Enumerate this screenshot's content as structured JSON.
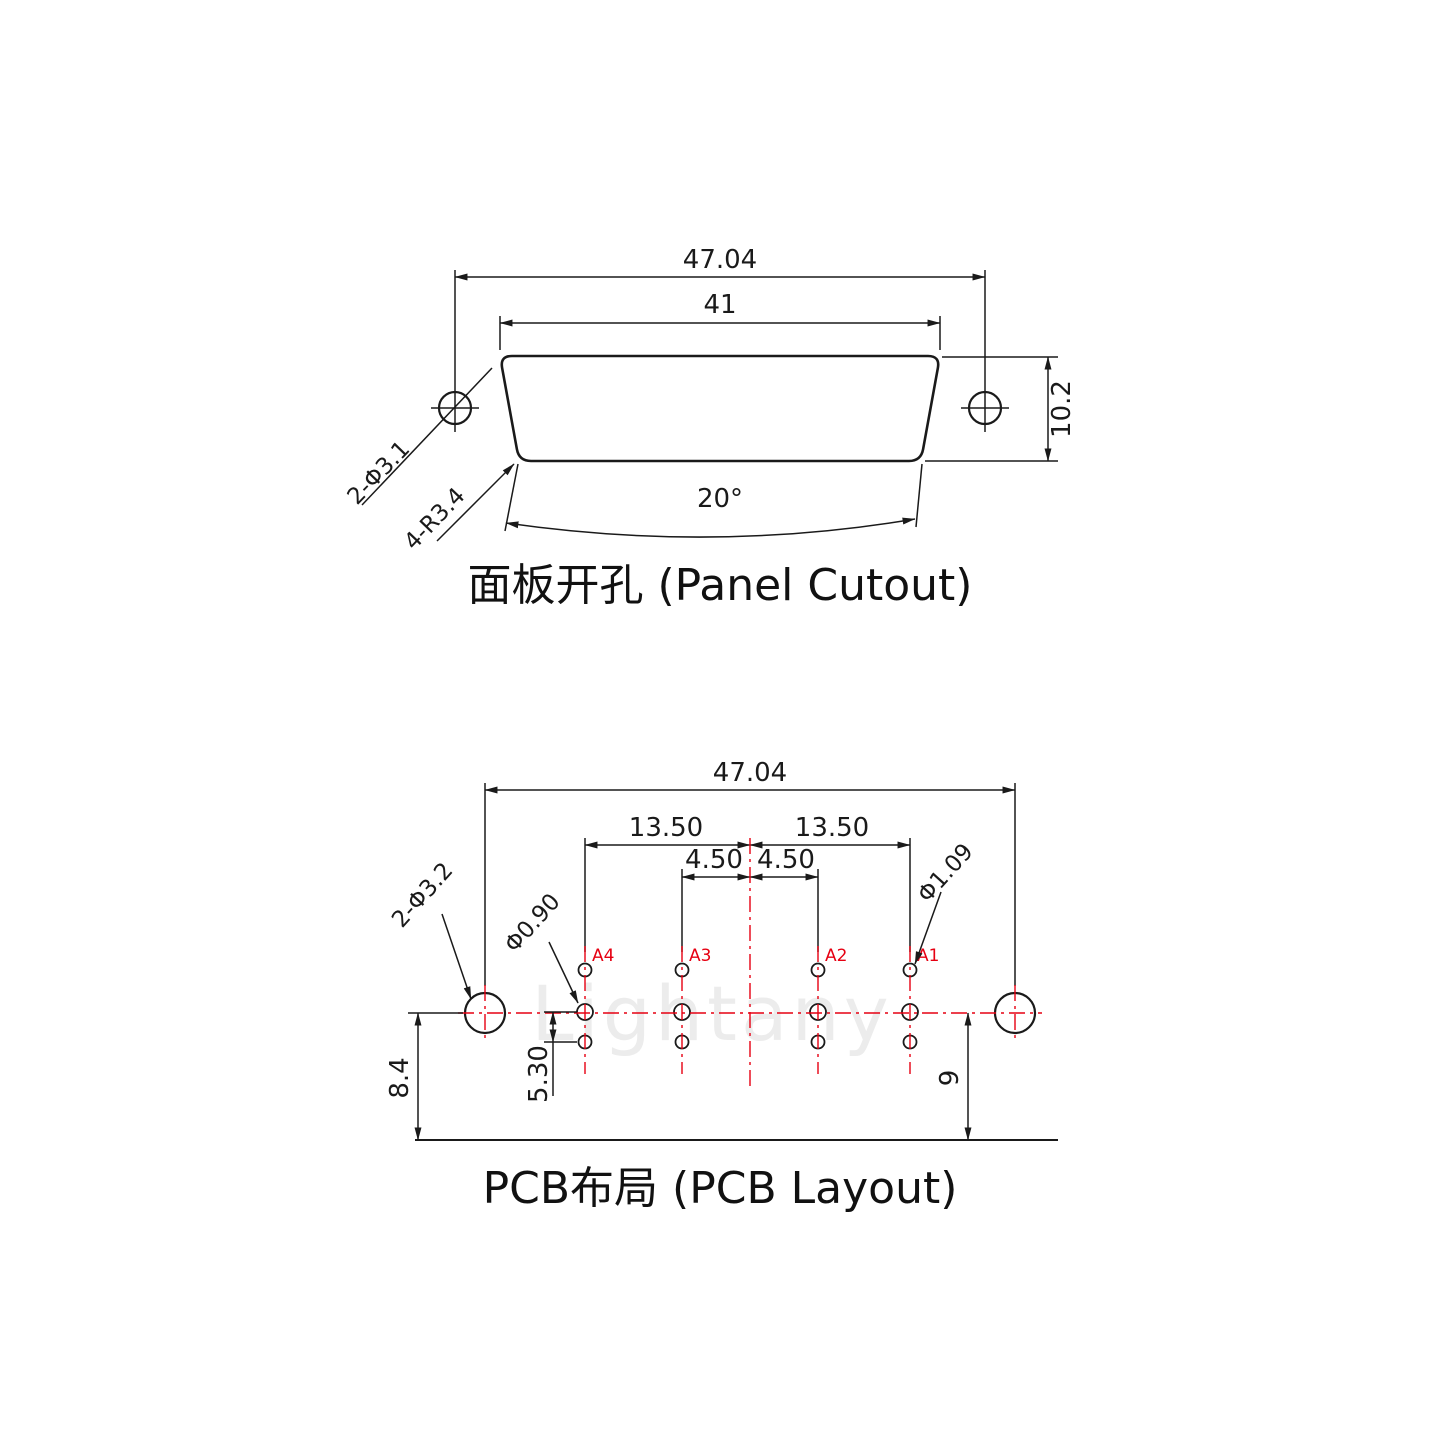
{
  "watermark": "Lightany",
  "colors": {
    "line": "#1a1a1a",
    "accent_red": "#e60012",
    "watermark": "#ececec"
  },
  "panel": {
    "title": "面板开孔 (Panel Cutout)",
    "dim_outer": "47.04",
    "dim_inner": "41",
    "dim_height": "10.2",
    "dim_angle": "20°",
    "label_holes": "2-Φ3.1",
    "label_radius": "4-R3.4"
  },
  "pcb": {
    "title": "PCB布局 (PCB Layout)",
    "dim_outer": "47.04",
    "dim_pitch_left": "13.50",
    "dim_pitch_right": "13.50",
    "dim_inner_left": "4.50",
    "dim_inner_right": "4.50",
    "label_small_hole": "Φ0.90",
    "label_pin_hole": "Φ1.09",
    "label_mount_holes": "2-Φ3.2",
    "dim_left_offset": "8.4",
    "dim_mid_offset": "5.30",
    "dim_right_offset": "9",
    "pins": {
      "a4": "A4",
      "a3": "A3",
      "a2": "A2",
      "a1": "A1"
    }
  }
}
